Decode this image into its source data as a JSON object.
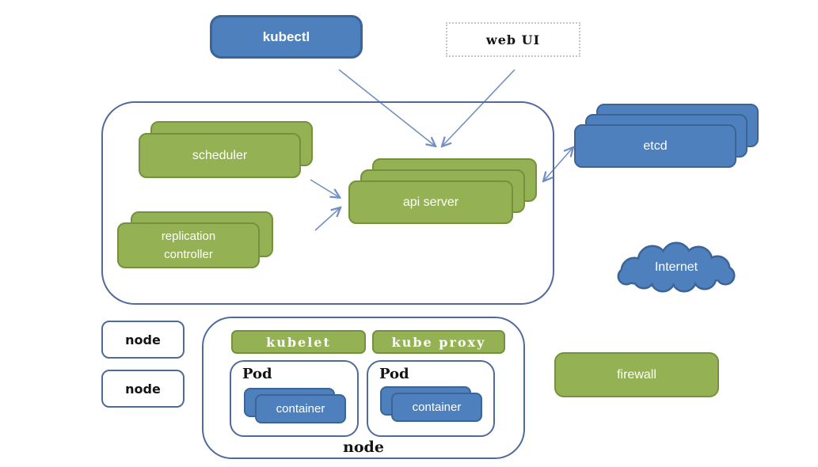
{
  "diagram": {
    "kubectl": "kubectl",
    "web_ui": "web UI",
    "scheduler": "scheduler",
    "replication_controller_line1": "replication",
    "replication_controller_line2": "controller",
    "api_server": "api server",
    "etcd": "etcd",
    "internet": "Internet",
    "node_small_1": "node",
    "node_small_2": "node",
    "kubelet": "kubelet",
    "kube_proxy": "kube proxy",
    "pod_1_label": "Pod",
    "pod_1_container": "container",
    "pod_2_label": "Pod",
    "pod_2_container": "container",
    "node_main": "node",
    "firewall": "firewall"
  },
  "colors": {
    "green_fill": "#94b153",
    "green_border": "#72923e",
    "blue_fill": "#4e80bd",
    "blue_border": "#3c6496",
    "outline_blue": "#53689b",
    "arrow_blue": "#7290c4",
    "text_white": "#ffffff",
    "text_black": "#141414"
  }
}
